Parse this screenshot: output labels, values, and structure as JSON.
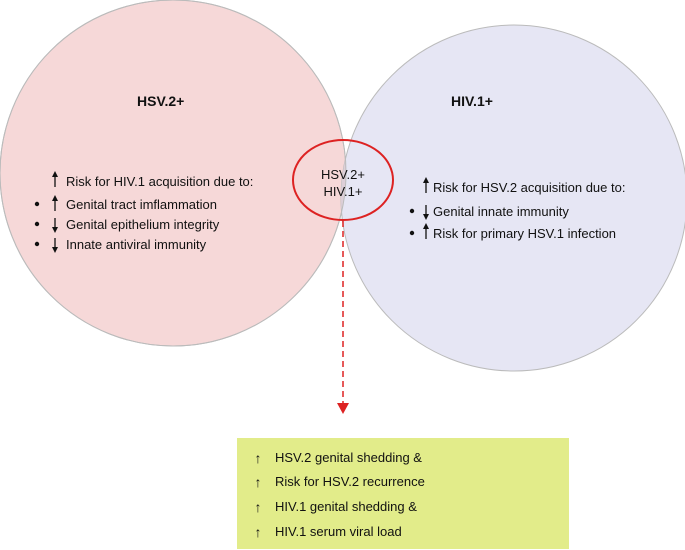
{
  "left_circle": {
    "title": "HSV.2+",
    "heading": "Risk for HIV.1 acquisition due to:",
    "heading_icon": "arrow-up",
    "items": [
      {
        "icon": "arrow-up",
        "text": "Genital tract imflammation"
      },
      {
        "icon": "arrow-down",
        "text": "Genital epithelium integrity"
      },
      {
        "icon": "arrow-down",
        "text": "Innate antiviral immunity"
      }
    ]
  },
  "right_circle": {
    "title": "HIV.1+",
    "heading": "Risk for HSV.2 acquisition due to:",
    "heading_icon": "arrow-up",
    "items": [
      {
        "icon": "arrow-down",
        "text": "Genital innate immunity"
      },
      {
        "icon": "arrow-up",
        "text": "Risk for primary HSV.1 infection"
      }
    ]
  },
  "overlap": {
    "line1": "HSV.2+",
    "line2": "HIV.1+"
  },
  "outcomes": [
    {
      "icon": "arrow-up",
      "text": "HSV.2 genital shedding &"
    },
    {
      "icon": "arrow-up",
      "text": "Risk for HSV.2 recurrence"
    },
    {
      "icon": "arrow-up",
      "text": "HIV.1 genital shedding &"
    },
    {
      "icon": "arrow-up",
      "text": "HIV.1 serum viral load"
    }
  ],
  "colors": {
    "left_fill": "#f6d8d8",
    "right_fill": "#e6e6f4",
    "overlap_ring": "#dd2222",
    "outcome_fill": "#e2ec8a",
    "dashed_arrow": "#dd2222"
  }
}
